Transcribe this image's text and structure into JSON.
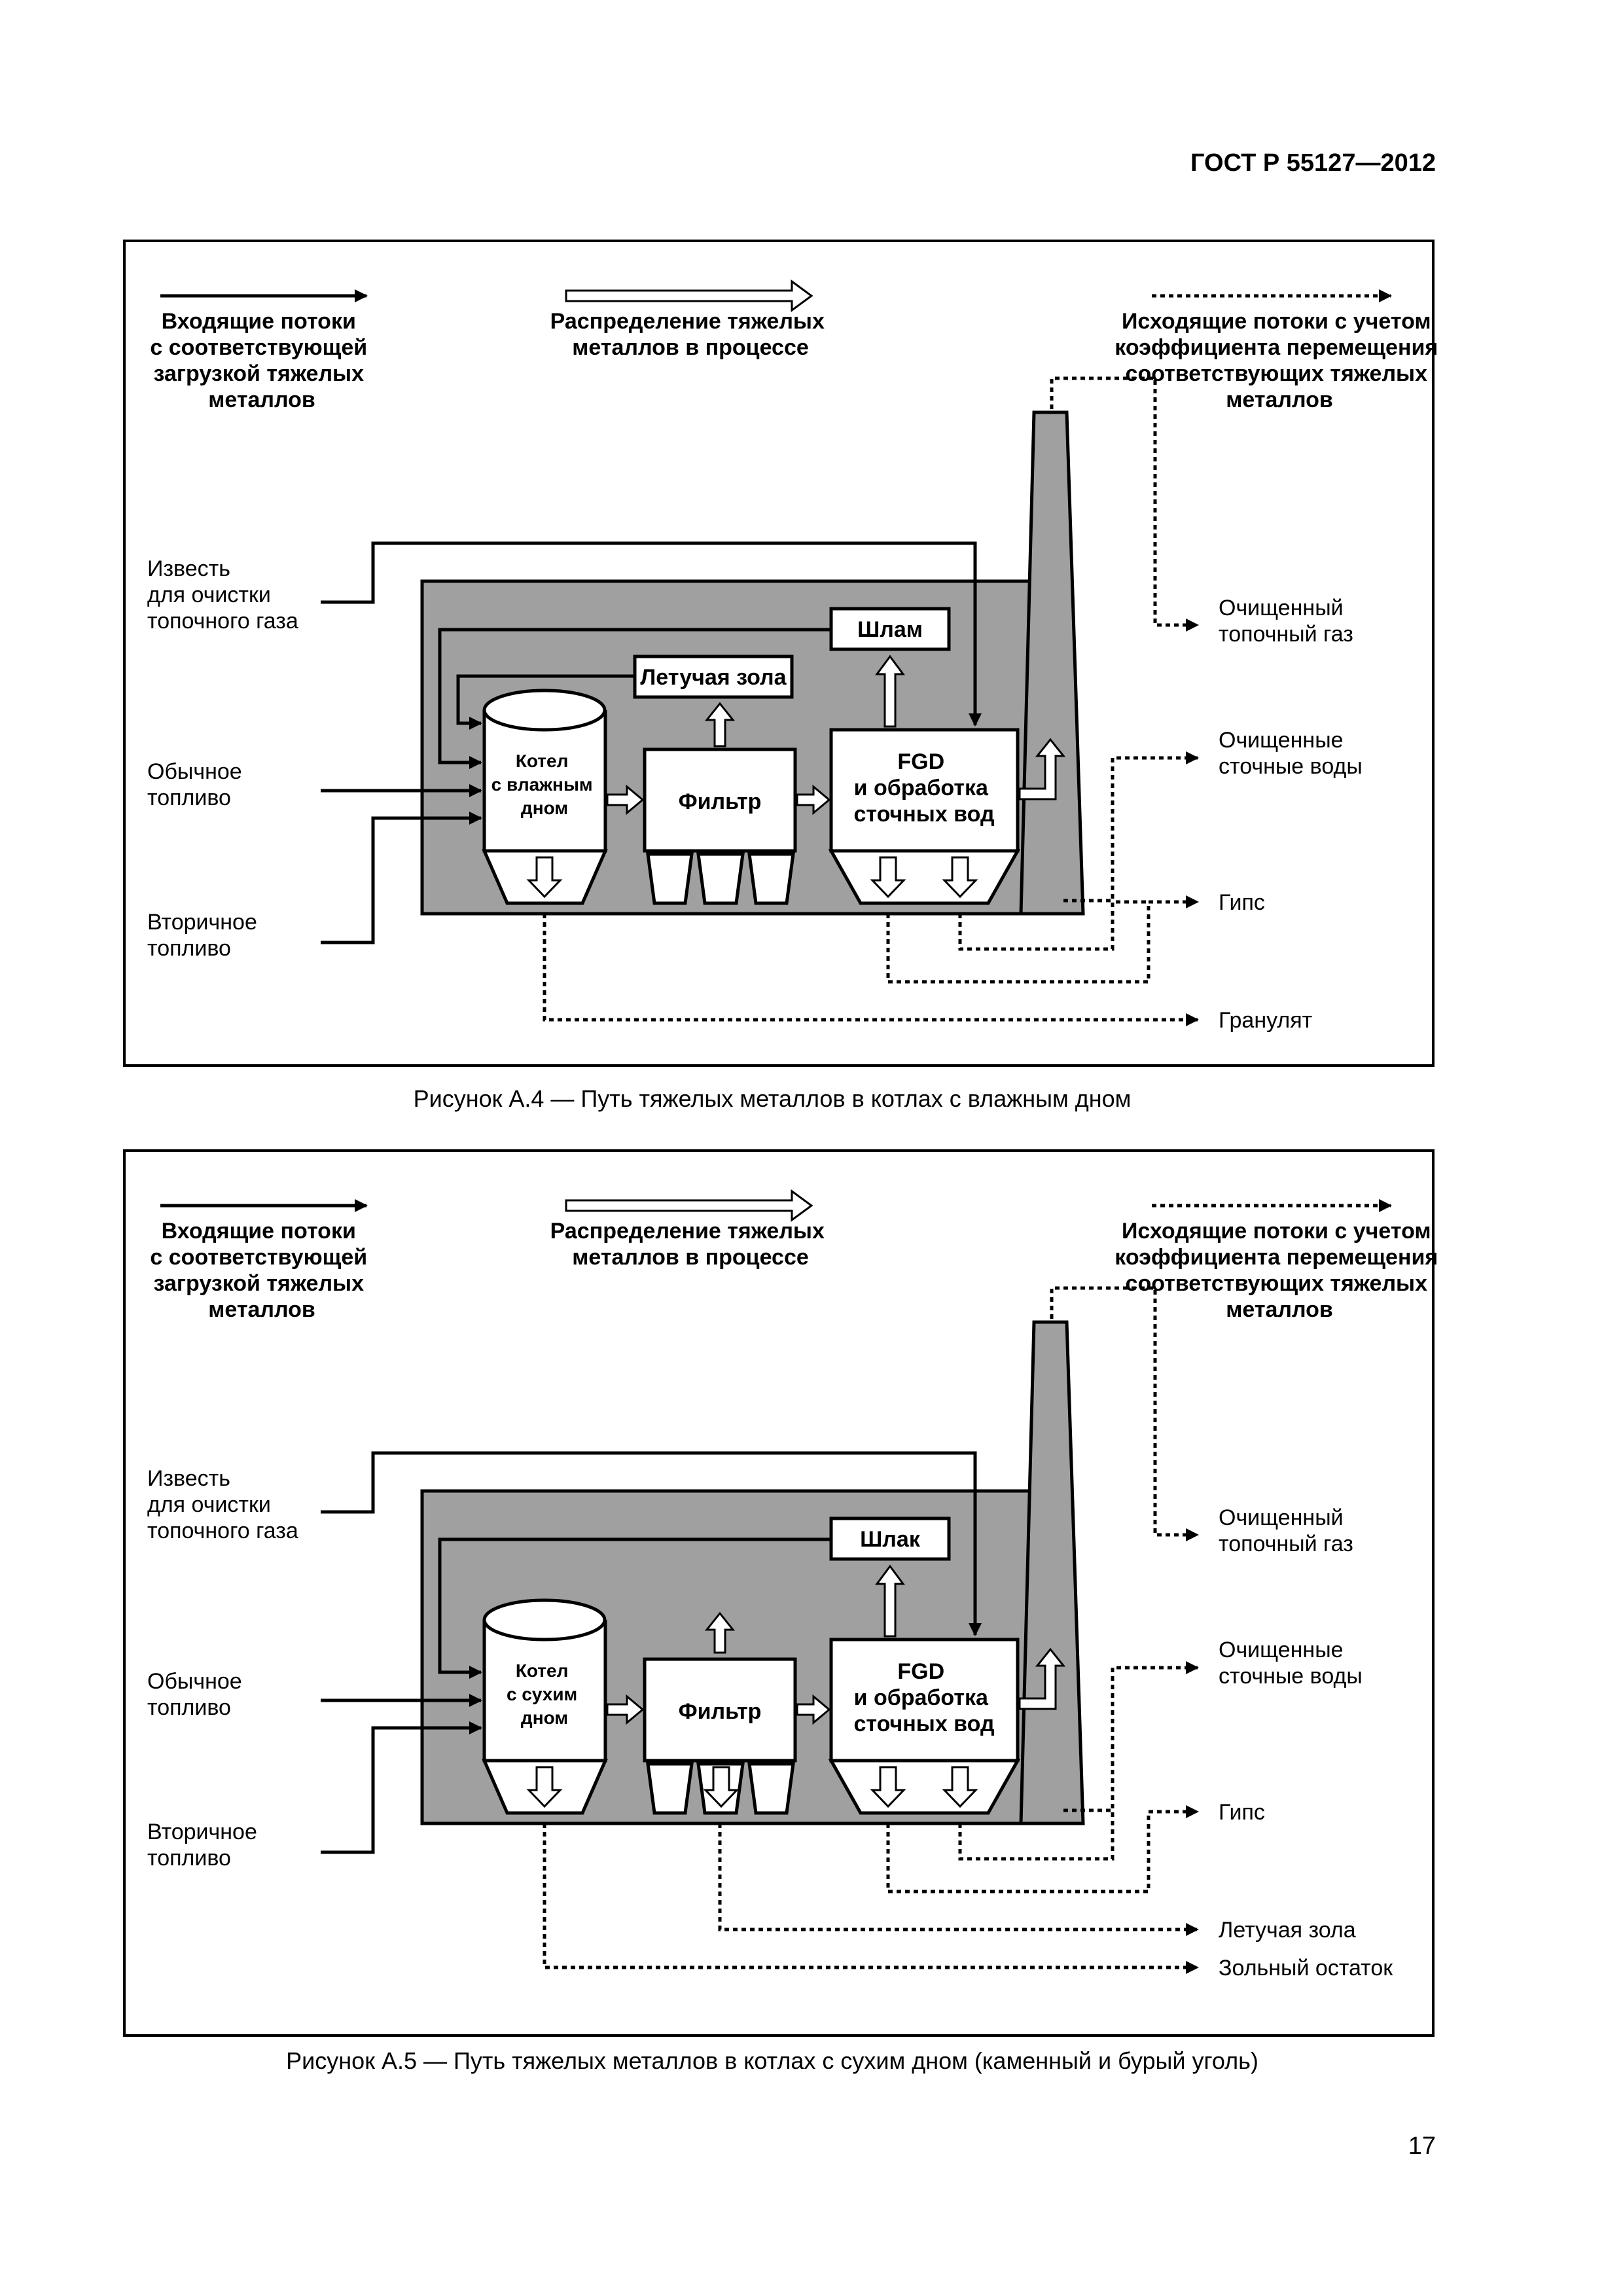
{
  "header": {
    "standard": "ГОСТ Р 55127—2012"
  },
  "legend": {
    "incoming": [
      "Входящие потоки",
      "с соответствующей",
      "загрузкой тяжелых",
      "металлов"
    ],
    "process": [
      "Распределение тяжелых",
      "металлов в процессе"
    ],
    "outgoing": [
      "Исходящие потоки с учетом",
      "коэффициента перемещения",
      "соответствующих тяжелых",
      "металлов"
    ]
  },
  "inputs": {
    "lime": [
      "Известь",
      "для очистки",
      "топочного газа"
    ],
    "regular_fuel": [
      "Обычное",
      "топливо"
    ],
    "secondary_fuel": [
      "Вторичное",
      "топливо"
    ]
  },
  "outputs": {
    "clean_flue_gas": [
      "Очищенный",
      "топочный газ"
    ],
    "clean_wastewater": [
      "Очищенные",
      "сточные воды"
    ],
    "gypsum": "Гипс"
  },
  "units": {
    "filter": "Фильтр",
    "fgd": [
      "FGD",
      "и обработка",
      "сточных вод"
    ]
  },
  "figure1": {
    "boiler": [
      "Котел",
      "с влажным",
      "дном"
    ],
    "sludge": "Шлам",
    "fly_ash": "Летучая зола",
    "granulate": "Гранулят",
    "caption": "Рисунок А.4 — Путь тяжелых металлов в котлах с влажным дном"
  },
  "figure2": {
    "boiler": [
      "Котел",
      "с сухим",
      "дном"
    ],
    "slag": "Шлак",
    "fly_ash_out": "Летучая зола",
    "ash_residue": "Зольный остаток",
    "caption": "Рисунок А.5 — Путь тяжелых металлов в котлах с сухим дном (каменный и бурый уголь)"
  },
  "page_number": "17"
}
